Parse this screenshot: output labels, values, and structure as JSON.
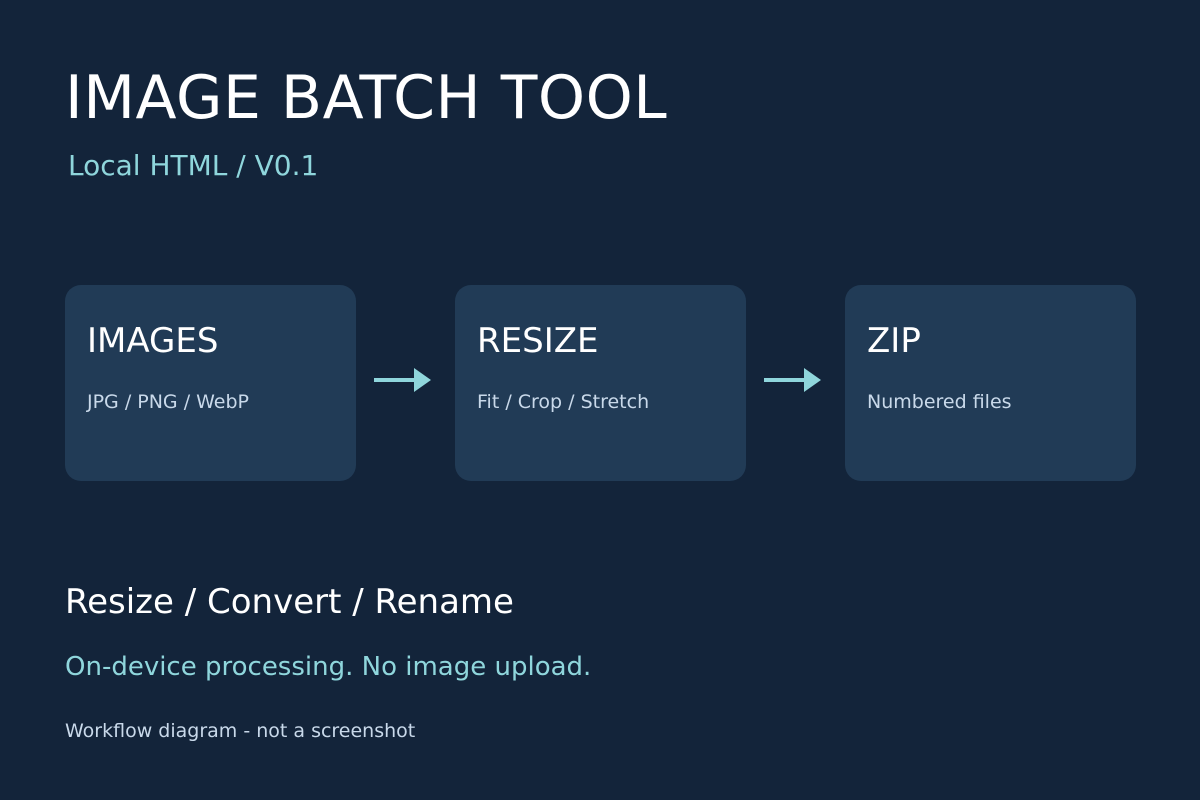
{
  "header": {
    "title": "IMAGE BATCH TOOL",
    "subtitle": "Local HTML / V0.1"
  },
  "workflow": {
    "steps": [
      {
        "label": "IMAGES",
        "detail": "JPG / PNG / WebP"
      },
      {
        "label": "RESIZE",
        "detail": "Fit / Crop / Stretch"
      },
      {
        "label": "ZIP",
        "detail": "Numbered files"
      }
    ]
  },
  "features": {
    "tagline": "Resize / Convert / Rename",
    "privacy_note": "On-device processing. No image upload.",
    "footnote": "Workflow diagram - not a screenshot"
  },
  "colors": {
    "background": "#13243a",
    "card": "#213b56",
    "accent": "#8fd6dc",
    "text_primary": "#ffffff",
    "text_secondary": "#c9d9ea"
  },
  "icons": {
    "connector": "arrow-right-icon"
  }
}
